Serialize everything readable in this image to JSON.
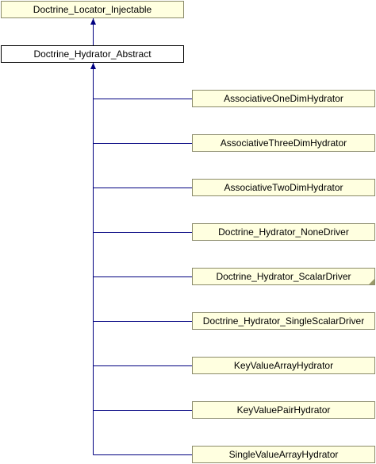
{
  "diagram": {
    "colors": {
      "edge": "#000080",
      "yellow_fill": "#ffffe0",
      "yellow_border": "#8b8b6b",
      "white_fill": "#ffffff"
    },
    "root": {
      "label": "Doctrine_Locator_Injectable"
    },
    "parent": {
      "label": "Doctrine_Hydrator_Abstract"
    },
    "children": [
      {
        "label": "AssociativeOneDimHydrator"
      },
      {
        "label": "AssociativeThreeDimHydrator"
      },
      {
        "label": "AssociativeTwoDimHydrator"
      },
      {
        "label": "Doctrine_Hydrator_NoneDriver"
      },
      {
        "label": "Doctrine_Hydrator_ScalarDriver",
        "folded": true
      },
      {
        "label": "Doctrine_Hydrator_SingleScalarDriver"
      },
      {
        "label": "KeyValueArrayHydrator"
      },
      {
        "label": "KeyValuePairHydrator"
      },
      {
        "label": "SingleValueArrayHydrator"
      }
    ]
  }
}
